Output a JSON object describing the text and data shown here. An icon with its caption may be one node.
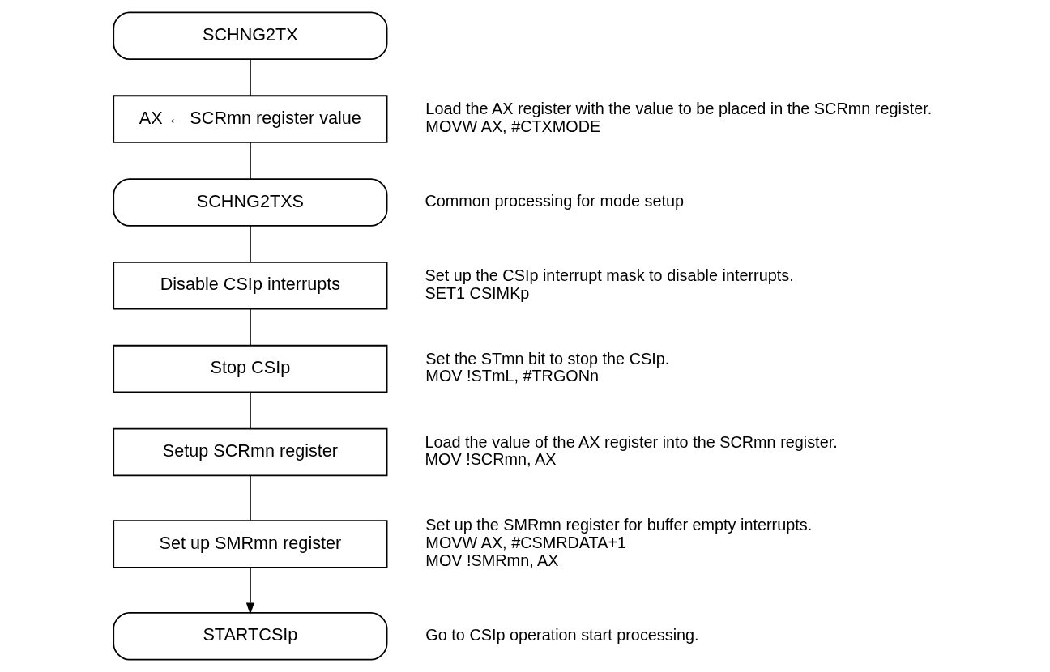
{
  "diagram": {
    "nodes": [
      {
        "text": [
          "SCHNG2TX"
        ]
      },
      {
        "text": [
          "AX ← SCRmn register value"
        ],
        "beside": [
          "Load the AX register with the value to be placed in the SCRmn register.",
          "MOVW AX, #CTXMODE"
        ]
      },
      {
        "text": [
          "SCHNG2TXS"
        ],
        "beside": [
          "Common processing for mode setup"
        ]
      },
      {
        "text": [
          "Disable CSIp interrupts"
        ],
        "beside": [
          "Set up the CSIp interrupt mask to disable interrupts.",
          "SET1 CSIMKp"
        ]
      },
      {
        "text": [
          "Stop CSIp"
        ],
        "beside": [
          "Set the STmn bit to stop the CSIp.",
          "MOV !STmL, #TRGONn"
        ]
      },
      {
        "text": [
          "Setup SCRmn register"
        ],
        "beside": [
          "Load the value of the AX register into the SCRmn register.",
          "MOV !SCRmn, AX"
        ]
      },
      {
        "text": [
          "Set up SMRmn register"
        ],
        "beside": [
          "Set up the SMRmn register for buffer empty interrupts.",
          "MOVW AX, #CSMRDATA+1",
          "MOV !SMRmn, AX"
        ]
      },
      {
        "text": [
          "STARTCSIp"
        ],
        "beside": [
          "Go to CSIp operation start processing."
        ]
      }
    ],
    "edges": [
      {
        "from": 0,
        "to": 1,
        "arrow": "none"
      },
      {
        "from": 1,
        "to": 2,
        "arrow": "none"
      },
      {
        "from": 2,
        "to": 3,
        "arrow": "none"
      },
      {
        "from": 3,
        "to": 4,
        "arrow": "none"
      },
      {
        "from": 4,
        "to": 5,
        "arrow": "none"
      },
      {
        "from": 5,
        "to": 6,
        "arrow": "none"
      },
      {
        "from": 6,
        "to": 7,
        "arrow": "to"
      }
    ]
  }
}
